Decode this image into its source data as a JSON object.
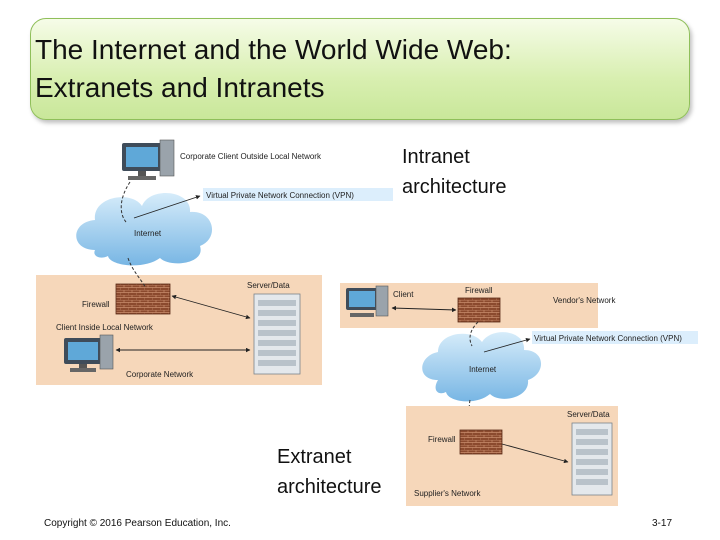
{
  "title": {
    "line1": "The Internet and the World Wide Web:",
    "line2": "Extranets and Intranets"
  },
  "captions": {
    "intranet_line1": "Intranet",
    "intranet_line2": "architecture",
    "extranet_line1": "Extranet",
    "extranet_line2": "architecture"
  },
  "intranet_diagram": {
    "outside_client": "Corporate Client Outside Local Network",
    "vpn": "Virtual Private Network Connection (VPN)",
    "internet": "Internet",
    "firewall": "Firewall",
    "server": "Server/Data",
    "inside_client": "Client Inside Local Network",
    "network": "Corporate Network"
  },
  "extranet_diagram": {
    "client": "Client",
    "firewall_top": "Firewall",
    "vendor": "Vendor's Network",
    "vpn": "Virtual Private Network Connection (VPN)",
    "internet": "Internet",
    "server": "Server/Data",
    "firewall_bottom": "Firewall",
    "supplier": "Supplier's Network"
  },
  "footer": {
    "copyright": "Copyright © 2016 Pearson Education, Inc.",
    "page": "3-17"
  },
  "colors": {
    "title_gradient_top": "#f6fce8",
    "title_gradient_bottom": "#c9e79a",
    "network_panel": "#f6d7ba",
    "cloud": "#8ec4ea",
    "firewall": "#8b4a2e"
  }
}
